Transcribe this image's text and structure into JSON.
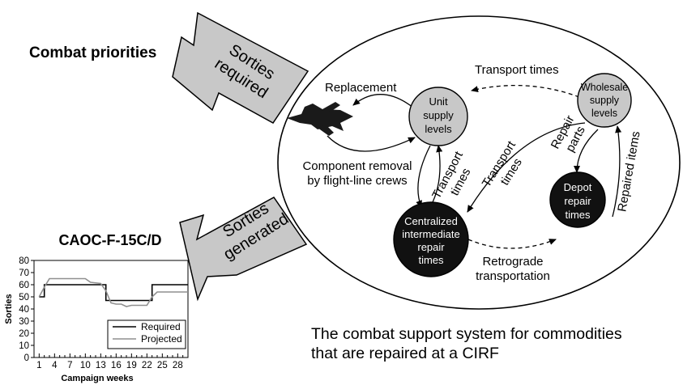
{
  "diagram": {
    "combat_priorities": "Combat priorities",
    "sorties_required": [
      "Sorties",
      "required"
    ],
    "sorties_generated": [
      "Sorties",
      "generated"
    ],
    "nodes": {
      "unit_supply": [
        "Unit",
        "supply",
        "levels"
      ],
      "wholesale_supply": [
        "Wholesale",
        "supply",
        "levels"
      ],
      "depot_repair": [
        "Depot",
        "repair",
        "times"
      ],
      "cirf": [
        "Centralized",
        "intermediate",
        "repair",
        "times"
      ]
    },
    "edges": {
      "replacement": "Replacement",
      "transport_times_top": "Transport times",
      "component_removal": [
        "Component removal",
        "by flight-line crews"
      ],
      "transport_times_vertical": [
        "Transport",
        "times"
      ],
      "transport_times_diagonal": [
        "Transport",
        "times"
      ],
      "repair_parts": [
        "Repair",
        "parts"
      ],
      "repaired_items": "Repaired items",
      "retrograde": [
        "Retrograde",
        "transportation"
      ]
    },
    "aircraft_icon": "fighter-jet-icon"
  },
  "caption": [
    "The combat support system for commodities",
    "that are repaired at a CIRF"
  ],
  "chart_data": {
    "type": "line",
    "title": "CAOC-F-15C/D",
    "xlabel": "Campaign weeks",
    "ylabel": "Sorties",
    "xlim": [
      0,
      30
    ],
    "ylim": [
      0,
      80
    ],
    "xticks": [
      1,
      4,
      7,
      10,
      13,
      16,
      19,
      22,
      25,
      28
    ],
    "yticks": [
      0,
      10,
      20,
      30,
      40,
      50,
      60,
      70,
      80
    ],
    "legend_position": "bottom-right",
    "series": [
      {
        "name": "Required",
        "color": "#000000",
        "x": [
          1,
          2,
          2,
          3,
          13,
          14,
          14,
          15,
          22,
          23,
          23,
          30
        ],
        "y": [
          50,
          50,
          60,
          60,
          60,
          60,
          47,
          47,
          47,
          47,
          60,
          60
        ]
      },
      {
        "name": "Projected",
        "color": "#8f8f8f",
        "x": [
          1,
          2,
          3,
          10,
          11,
          13,
          14,
          15,
          16,
          17,
          18,
          19,
          20,
          22,
          23,
          24,
          25,
          30
        ],
        "y": [
          50,
          58,
          65,
          65,
          62,
          61,
          55,
          45,
          44,
          44,
          42,
          43,
          43,
          43,
          50,
          54,
          54,
          54
        ]
      }
    ]
  }
}
